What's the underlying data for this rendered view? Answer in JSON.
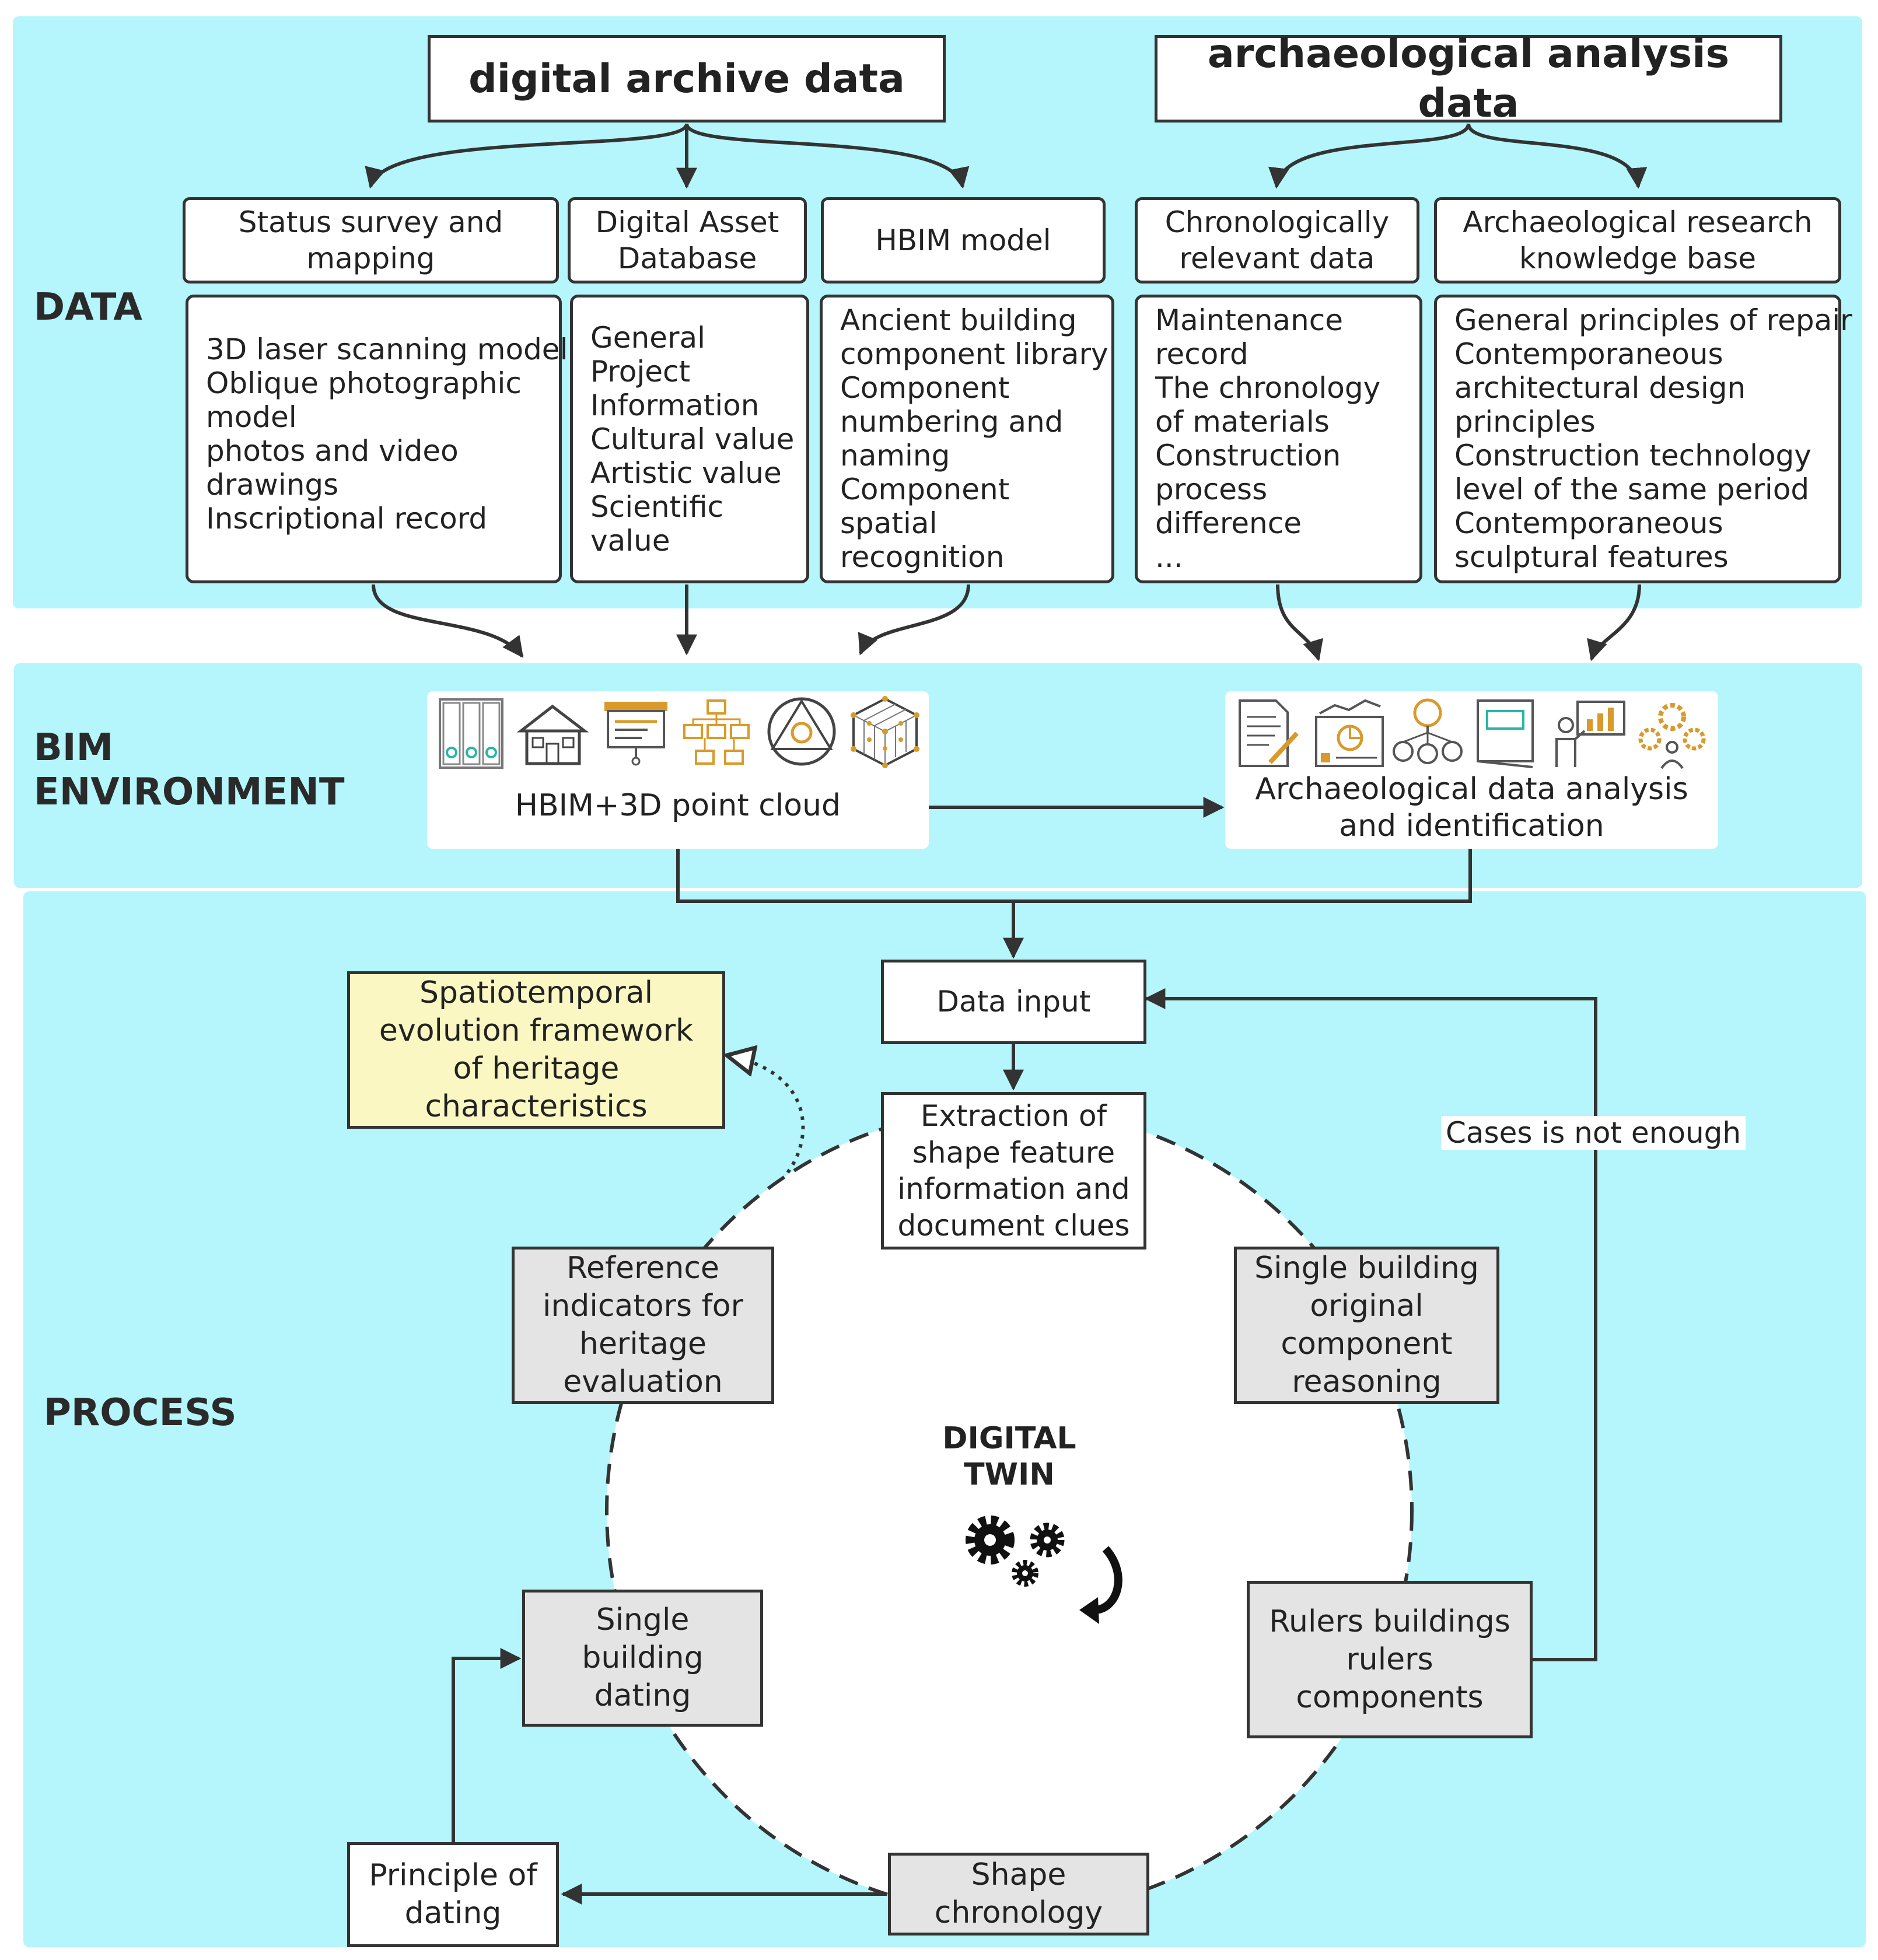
{
  "sections": {
    "data": "DATA",
    "bim": "BIM\nENVIRONMENT",
    "process": "PROCESS"
  },
  "headers": {
    "digital_archive": "digital archive data",
    "archaeological": "archaeological analysis data"
  },
  "categories": {
    "status": "Status survey and\nmapping",
    "asset": "Digital Asset\nDatabase",
    "hbim": "HBIM model",
    "chrono": "Chronologically\nrelevant data",
    "knowledge": "Archaeological research\nknowledge base"
  },
  "lists": {
    "status": [
      "3D laser scanning model",
      "Oblique photographic",
      "model",
      "photos and video",
      "drawings",
      "Inscriptional record"
    ],
    "asset": [
      "General",
      "Project",
      "Information",
      "Cultural value",
      "Artistic value",
      "Scientific",
      "value"
    ],
    "hbim": [
      "Ancient building",
      "component library",
      "Component",
      "numbering and",
      "naming",
      "Component",
      "spatial",
      "recognition"
    ],
    "chrono": [
      "Maintenance",
      "record",
      "The chronology",
      "of materials",
      "Construction",
      "process",
      "difference",
      "..."
    ],
    "knowledge": [
      "General principles of repair",
      "Contemporaneous",
      "architectural design",
      "principles",
      "Construction technology",
      "level of the same period",
      "Contemporaneous",
      "sculptural features"
    ]
  },
  "bim": {
    "left_label": "HBIM+3D point cloud",
    "right_label": "Archaeological data analysis\nand identification",
    "left_icons": [
      "file-cabinet-icon",
      "house-icon",
      "presentation-board-icon",
      "flowchart-icon",
      "triangle-circle-icon",
      "cube-grid-icon"
    ],
    "right_icons": [
      "document-pen-icon",
      "analysis-chart-icon",
      "idea-network-icon",
      "book-icon",
      "presenter-icon",
      "gears-people-icon"
    ]
  },
  "process": {
    "data_input": "Data input",
    "extraction": "Extraction of\nshape feature\ninformation and\ndocument clues",
    "spatiotemporal": "Spatiotemporal\nevolution framework\nof heritage\ncharacteristics",
    "reference": "Reference\nindicators for\nheritage\nevaluation",
    "single_original": "Single building\noriginal\ncomponent\nreasoning",
    "rulers": "Rulers buildings\nrulers\ncomponents",
    "single_dating": "Single\nbuilding\ndating",
    "principle": "Principle of\ndating",
    "shape_chronology": "Shape\nchronology",
    "cases_label": "Cases is not enough",
    "center_label": "DIGITAL\nTWIN",
    "center_icon": "gears-icon"
  },
  "colors": {
    "band": "#b4f6fb",
    "gray_box": "#e4e4e4",
    "yellow_box": "#fbf7c2",
    "icon_orange": "#d99a2b",
    "icon_teal": "#2bb5a6"
  }
}
